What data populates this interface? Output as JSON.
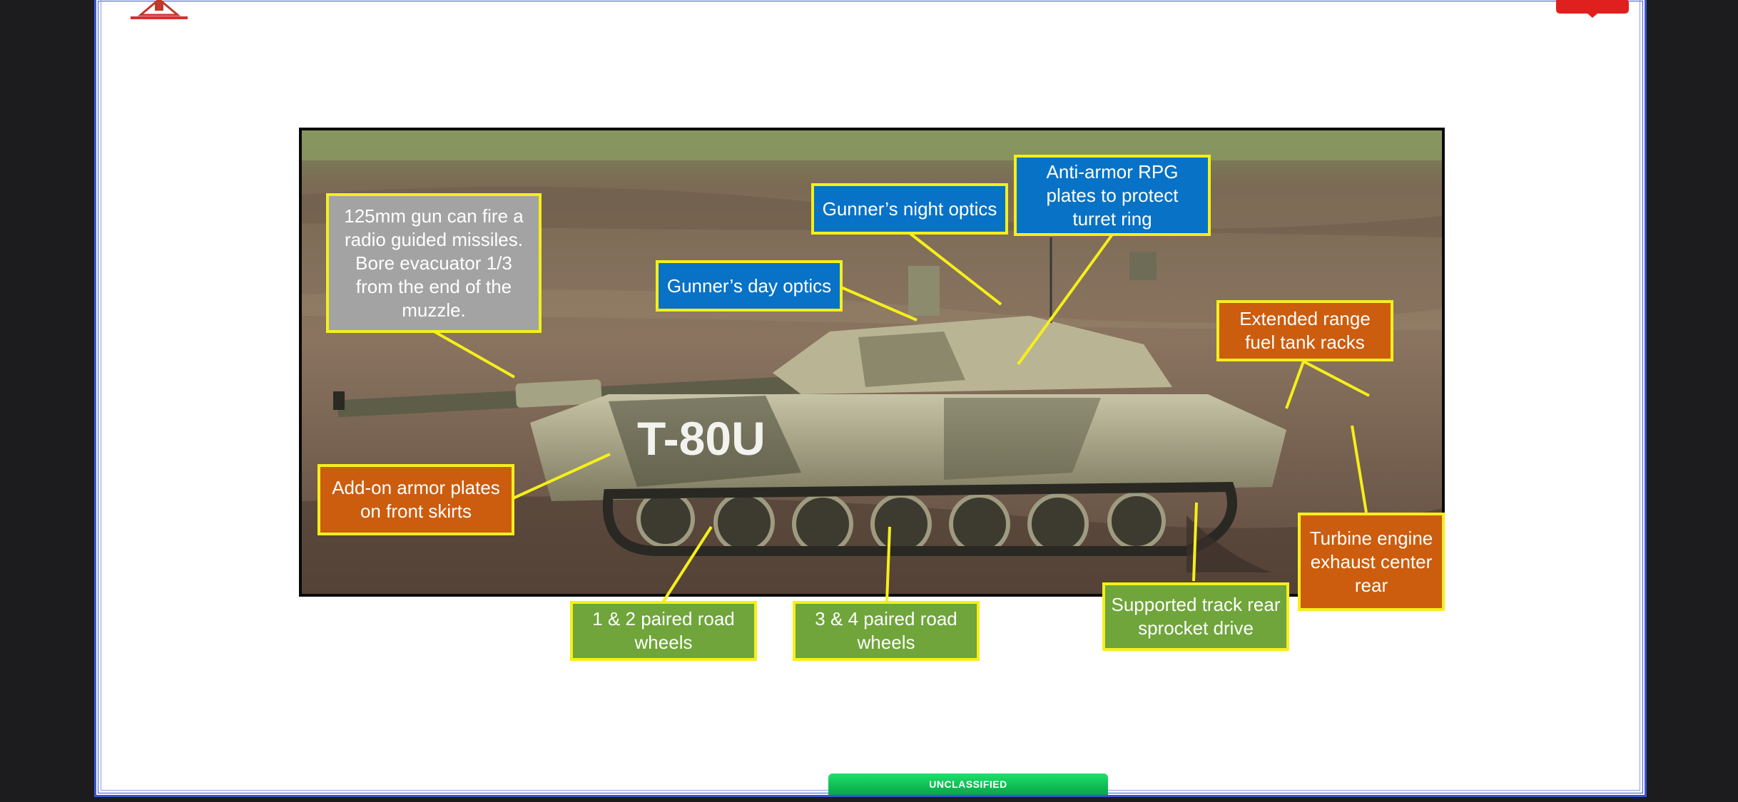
{
  "colors": {
    "frame_border": "#3a55d4",
    "callout_border": "#f5ef1a",
    "leader_line": "#f5ef1a",
    "blue_callout": "#0772c6",
    "gray_callout": "#a3a3a3",
    "orange_callout": "#cc5c0e",
    "green_callout": "#6fa53a",
    "classification_bar": "#07a548"
  },
  "photo": {
    "turret_marking": "T-80U"
  },
  "callouts": {
    "gun": "125mm gun can fire a radio guided missiles. Bore evacuator 1/3 from the end of the muzzle.",
    "day_optics": "Gunner’s day optics",
    "night_optics": "Gunner’s night optics",
    "rpg_plates": "Anti-armor RPG plates to protect turret ring",
    "fuel_racks": "Extended range fuel tank racks",
    "armor_skirts": "Add-on armor plates on front skirts",
    "exhaust": "Turbine engine exhaust center rear",
    "road_wheels_12": "1 & 2 paired road wheels",
    "road_wheels_34": "3 & 4 paired road wheels",
    "sprocket": "Supported track rear sprocket drive"
  },
  "classification": "UNCLASSIFIED"
}
